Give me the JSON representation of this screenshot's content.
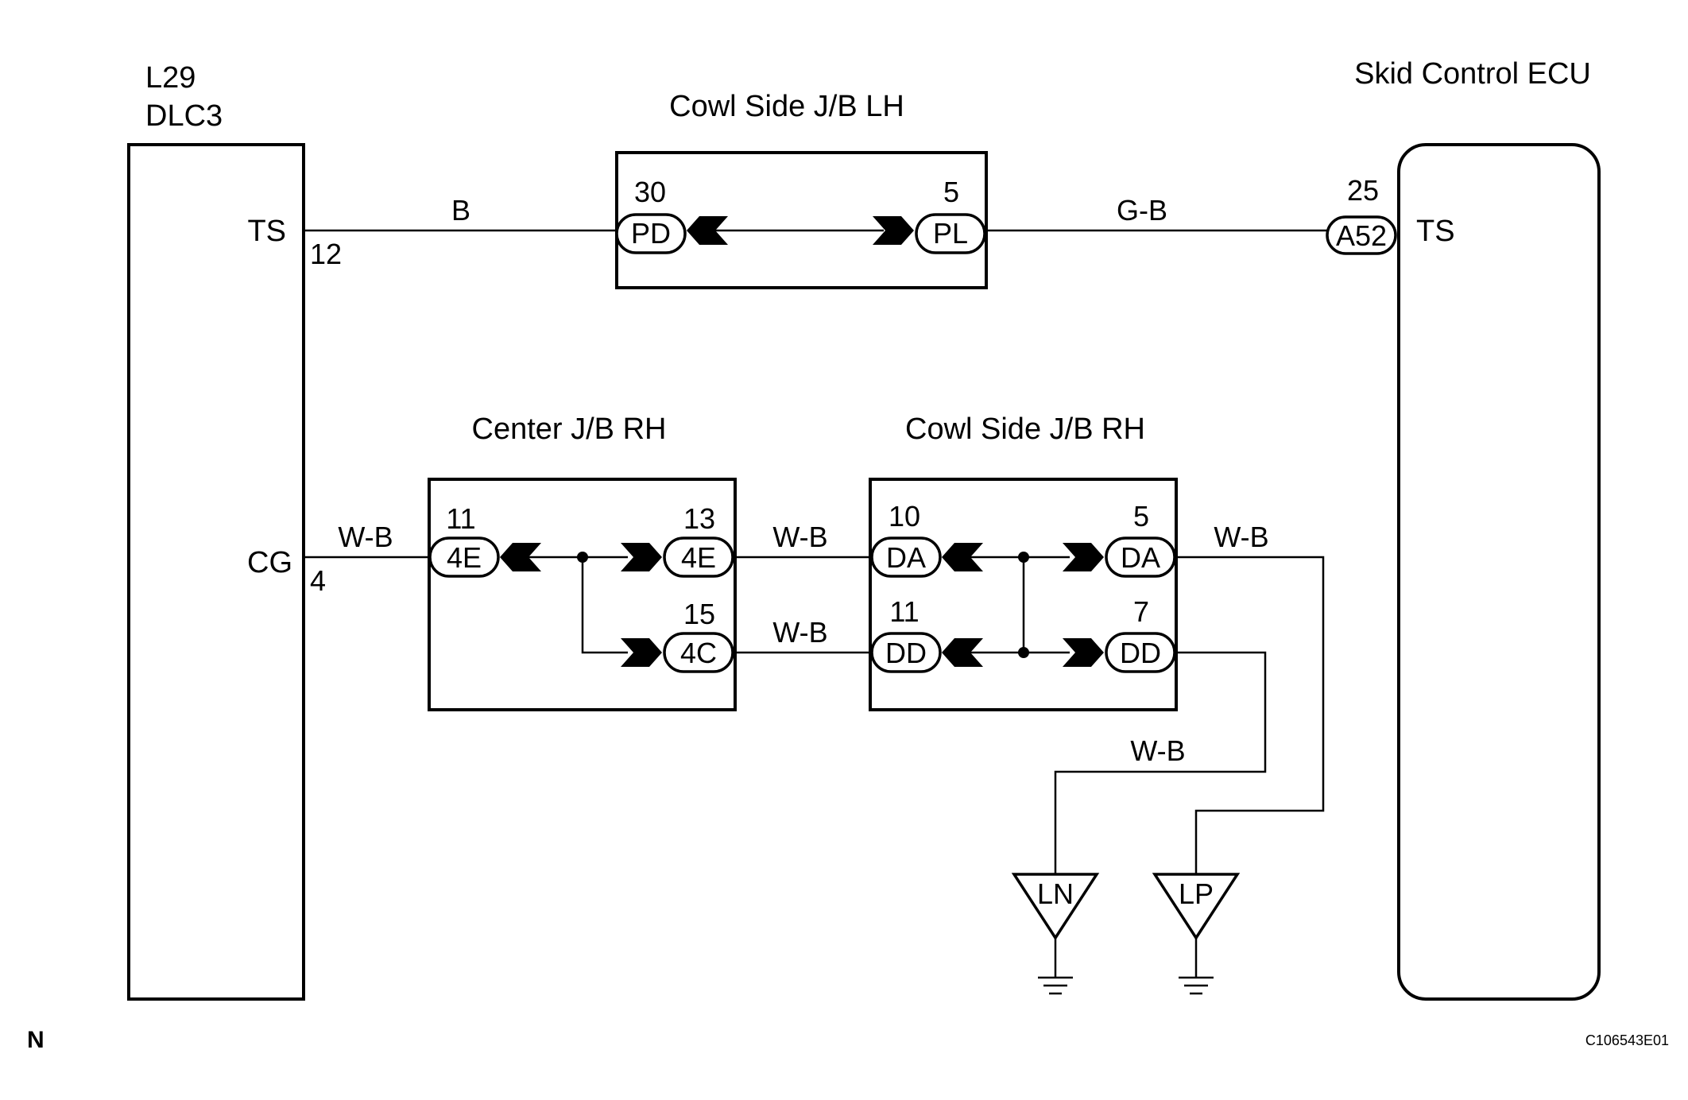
{
  "components": {
    "dlc3": {
      "ref": "L29",
      "name": "DLC3",
      "pins": [
        {
          "name": "TS",
          "no": "12"
        },
        {
          "name": "CG",
          "no": "4"
        }
      ]
    },
    "ecu": {
      "name": "Skid Control ECU",
      "pin": {
        "name": "TS",
        "no": "25",
        "connector": "A52"
      }
    },
    "cowl_lh": {
      "name": "Cowl Side J/B LH",
      "left": {
        "no": "30",
        "code": "PD"
      },
      "right": {
        "no": "5",
        "code": "PL"
      }
    },
    "center_rh": {
      "name": "Center J/B RH",
      "left": {
        "no": "11",
        "code": "4E"
      },
      "right_top": {
        "no": "13",
        "code": "4E"
      },
      "right_bottom": {
        "no": "15",
        "code": "4C"
      }
    },
    "cowl_rh": {
      "name": "Cowl Side J/B RH",
      "top_left": {
        "no": "10",
        "code": "DA"
      },
      "top_right": {
        "no": "5",
        "code": "DA"
      },
      "bottom_left": {
        "no": "11",
        "code": "DD"
      },
      "bottom_right": {
        "no": "7",
        "code": "DD"
      }
    }
  },
  "wires": {
    "ts_to_lh": "B",
    "lh_to_ecu": "G-B",
    "cg_to_center": "W-B",
    "center_to_cowl_top": "W-B",
    "center_to_cowl_bottom": "W-B",
    "cowl_top_out": "W-B",
    "ground_ln": "W-B"
  },
  "grounds": [
    {
      "name": "LN"
    },
    {
      "name": "LP"
    }
  ],
  "footer": {
    "left": "N",
    "right": "C106543E01"
  }
}
